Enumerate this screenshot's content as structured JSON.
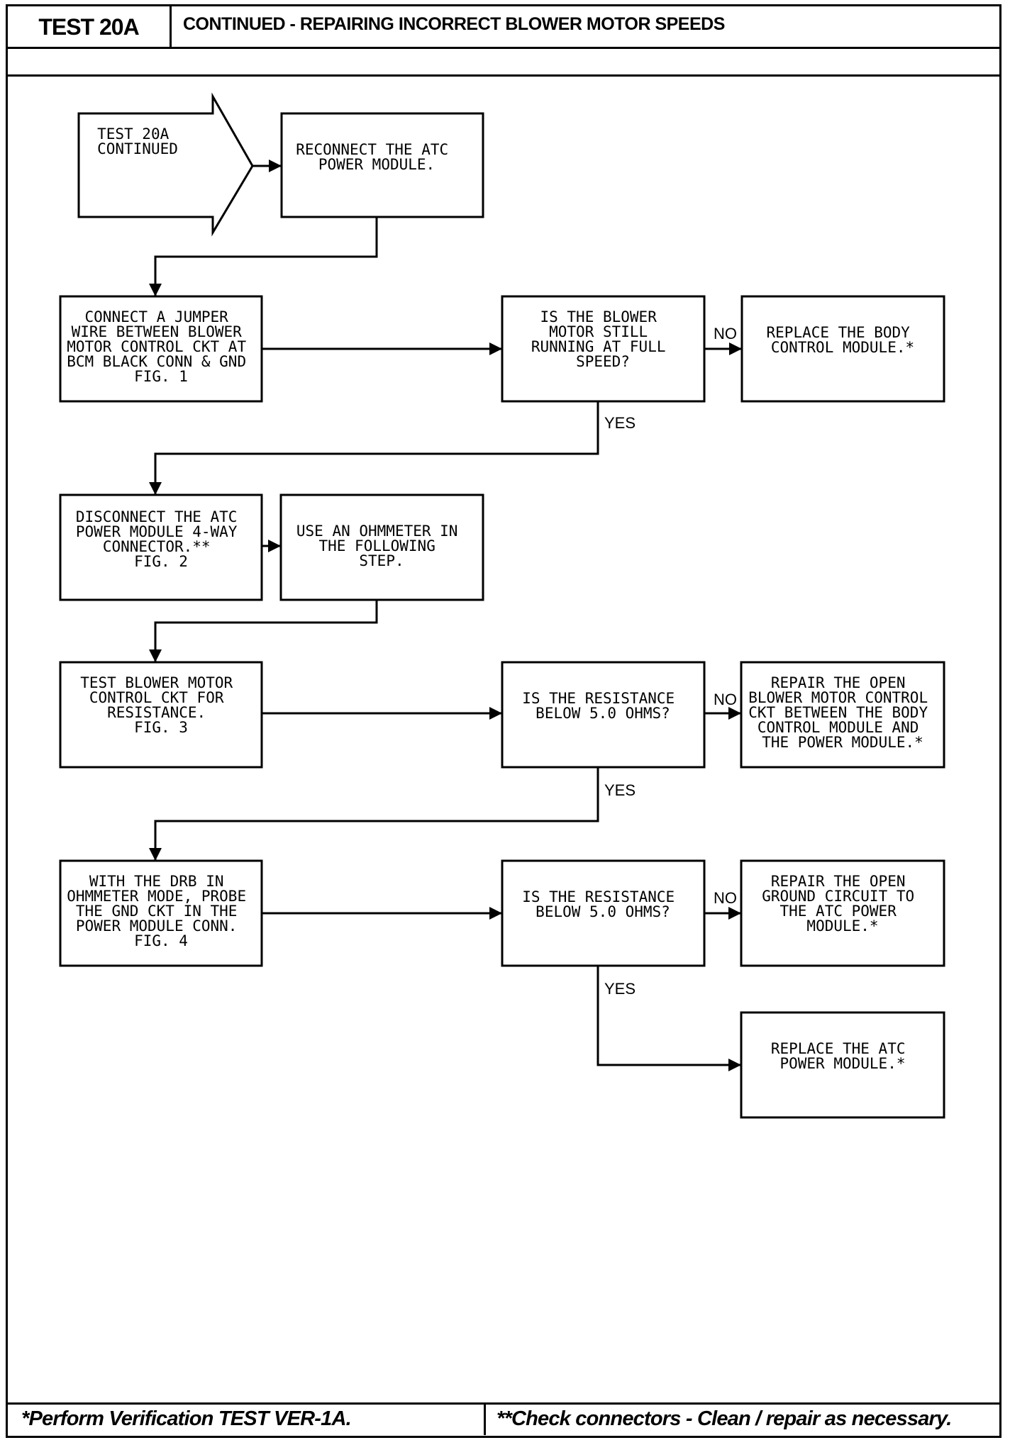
{
  "header": {
    "test_id": "TEST 20A",
    "title": "CONTINUED - REPAIRING INCORRECT BLOWER MOTOR SPEEDS"
  },
  "flowchart": {
    "start": [
      "TEST 20A",
      "CONTINUED"
    ],
    "reconnect": [
      "RECONNECT THE ATC",
      "POWER MODULE."
    ],
    "jumper": [
      "CONNECT A JUMPER",
      "WIRE BETWEEN BLOWER",
      "MOTOR CONTROL CKT AT",
      "BCM BLACK CONN & GND",
      "FIG. 1"
    ],
    "q_full_speed": [
      "IS THE BLOWER",
      "MOTOR STILL",
      "RUNNING AT FULL",
      "SPEED?"
    ],
    "replace_bcm": [
      "REPLACE THE BODY",
      "CONTROL MODULE.*"
    ],
    "disconnect": [
      "DISCONNECT THE ATC",
      "POWER MODULE 4-WAY",
      "CONNECTOR.**",
      "",
      "FIG. 2"
    ],
    "ohmmeter": [
      "USE AN OHMMETER IN",
      "THE FOLLOWING",
      "STEP."
    ],
    "test_resistance": [
      "TEST BLOWER MOTOR",
      "CONTROL CKT FOR",
      "RESISTANCE.",
      "",
      "FIG. 3"
    ],
    "q_resistance_1": [
      "IS THE RESISTANCE",
      "BELOW 5.0 OHMS?"
    ],
    "repair_open_control": [
      "REPAIR THE OPEN",
      "BLOWER MOTOR CONTROL",
      "CKT BETWEEN THE BODY",
      "CONTROL MODULE AND",
      "THE POWER MODULE.*"
    ],
    "drb_probe": [
      "WITH THE DRB IN",
      "OHMMETER MODE, PROBE",
      "THE GND CKT IN THE",
      "POWER MODULE CONN.",
      "FIG. 4"
    ],
    "q_resistance_2": [
      "IS THE RESISTANCE",
      "BELOW 5.0 OHMS?"
    ],
    "repair_open_ground": [
      "REPAIR THE OPEN",
      "GROUND CIRCUIT TO",
      "THE ATC POWER",
      "MODULE.*"
    ],
    "replace_atc": [
      "REPLACE THE ATC",
      "POWER MODULE.*"
    ],
    "labels": {
      "no": "NO",
      "yes": "YES"
    }
  },
  "footer": {
    "left": "*Perform Verification TEST VER-1A.",
    "right": "**Check connectors - Clean / repair as necessary."
  }
}
